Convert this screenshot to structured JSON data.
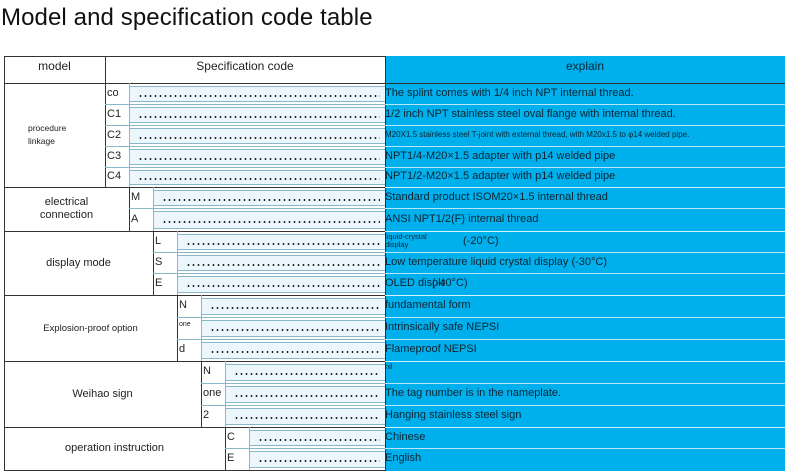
{
  "title": "Model and specification code table",
  "header": {
    "model": "model",
    "spec": "Specification code",
    "explain": "explain"
  },
  "groups": [
    {
      "label": "procedure\nlinkage",
      "rows": [
        {
          "code": "co",
          "explain": "The splint comes with 1/4 inch NPT internal thread."
        },
        {
          "code": "C1",
          "explain": " 1/2 inch NPT stainless steel oval flange with internal thread."
        },
        {
          "code": "C2",
          "explain": "M20X1.5 stainless steel T-joint with external thread, with M20x1.5 to φ14 welded pipe."
        },
        {
          "code": "C3",
          "explain": "NPT1/4-M20×1.5 adapter with p14 welded pipe"
        },
        {
          "code": "C4",
          "explain": "NPT1/2-M20×1.5 adapter with p14 welded pipe"
        }
      ]
    },
    {
      "label": "electrical\nconnection",
      "rows": [
        {
          "code": "M",
          "explain": "Standard product ISOM20×1.5 internal thread"
        },
        {
          "code": "A",
          "explain": "ANSI NPT1/2(F) internal thread"
        }
      ]
    },
    {
      "label": "display mode",
      "rows": [
        {
          "code": "L",
          "explain": "liquid-crystal display",
          "explain_extra": "(-20°C)"
        },
        {
          "code": "S",
          "explain": "Low temperature liquid crystal display (-30°C)"
        },
        {
          "code": "E",
          "explain": "OLED display",
          "explain_extra": "(-40°C)"
        }
      ]
    },
    {
      "label": "Explosion-proof option",
      "rows": [
        {
          "code": "N",
          "explain": "fundamental form"
        },
        {
          "code": "one",
          "explain": "Intrinsically safe NEPSI"
        },
        {
          "code": "d",
          "explain": "Flameproof NEPSI"
        }
      ]
    },
    {
      "label": "Weihao sign",
      "rows": [
        {
          "code": "N",
          "explain": "nil"
        },
        {
          "code": "one",
          "explain": "The tag number is in the nameplate."
        },
        {
          "code": "2",
          "explain": "Hanging stainless steel sign"
        }
      ]
    },
    {
      "label": "operation instruction",
      "rows": [
        {
          "code": "C",
          "explain": "Chinese"
        },
        {
          "code": "E",
          "explain": "English"
        }
      ]
    }
  ]
}
